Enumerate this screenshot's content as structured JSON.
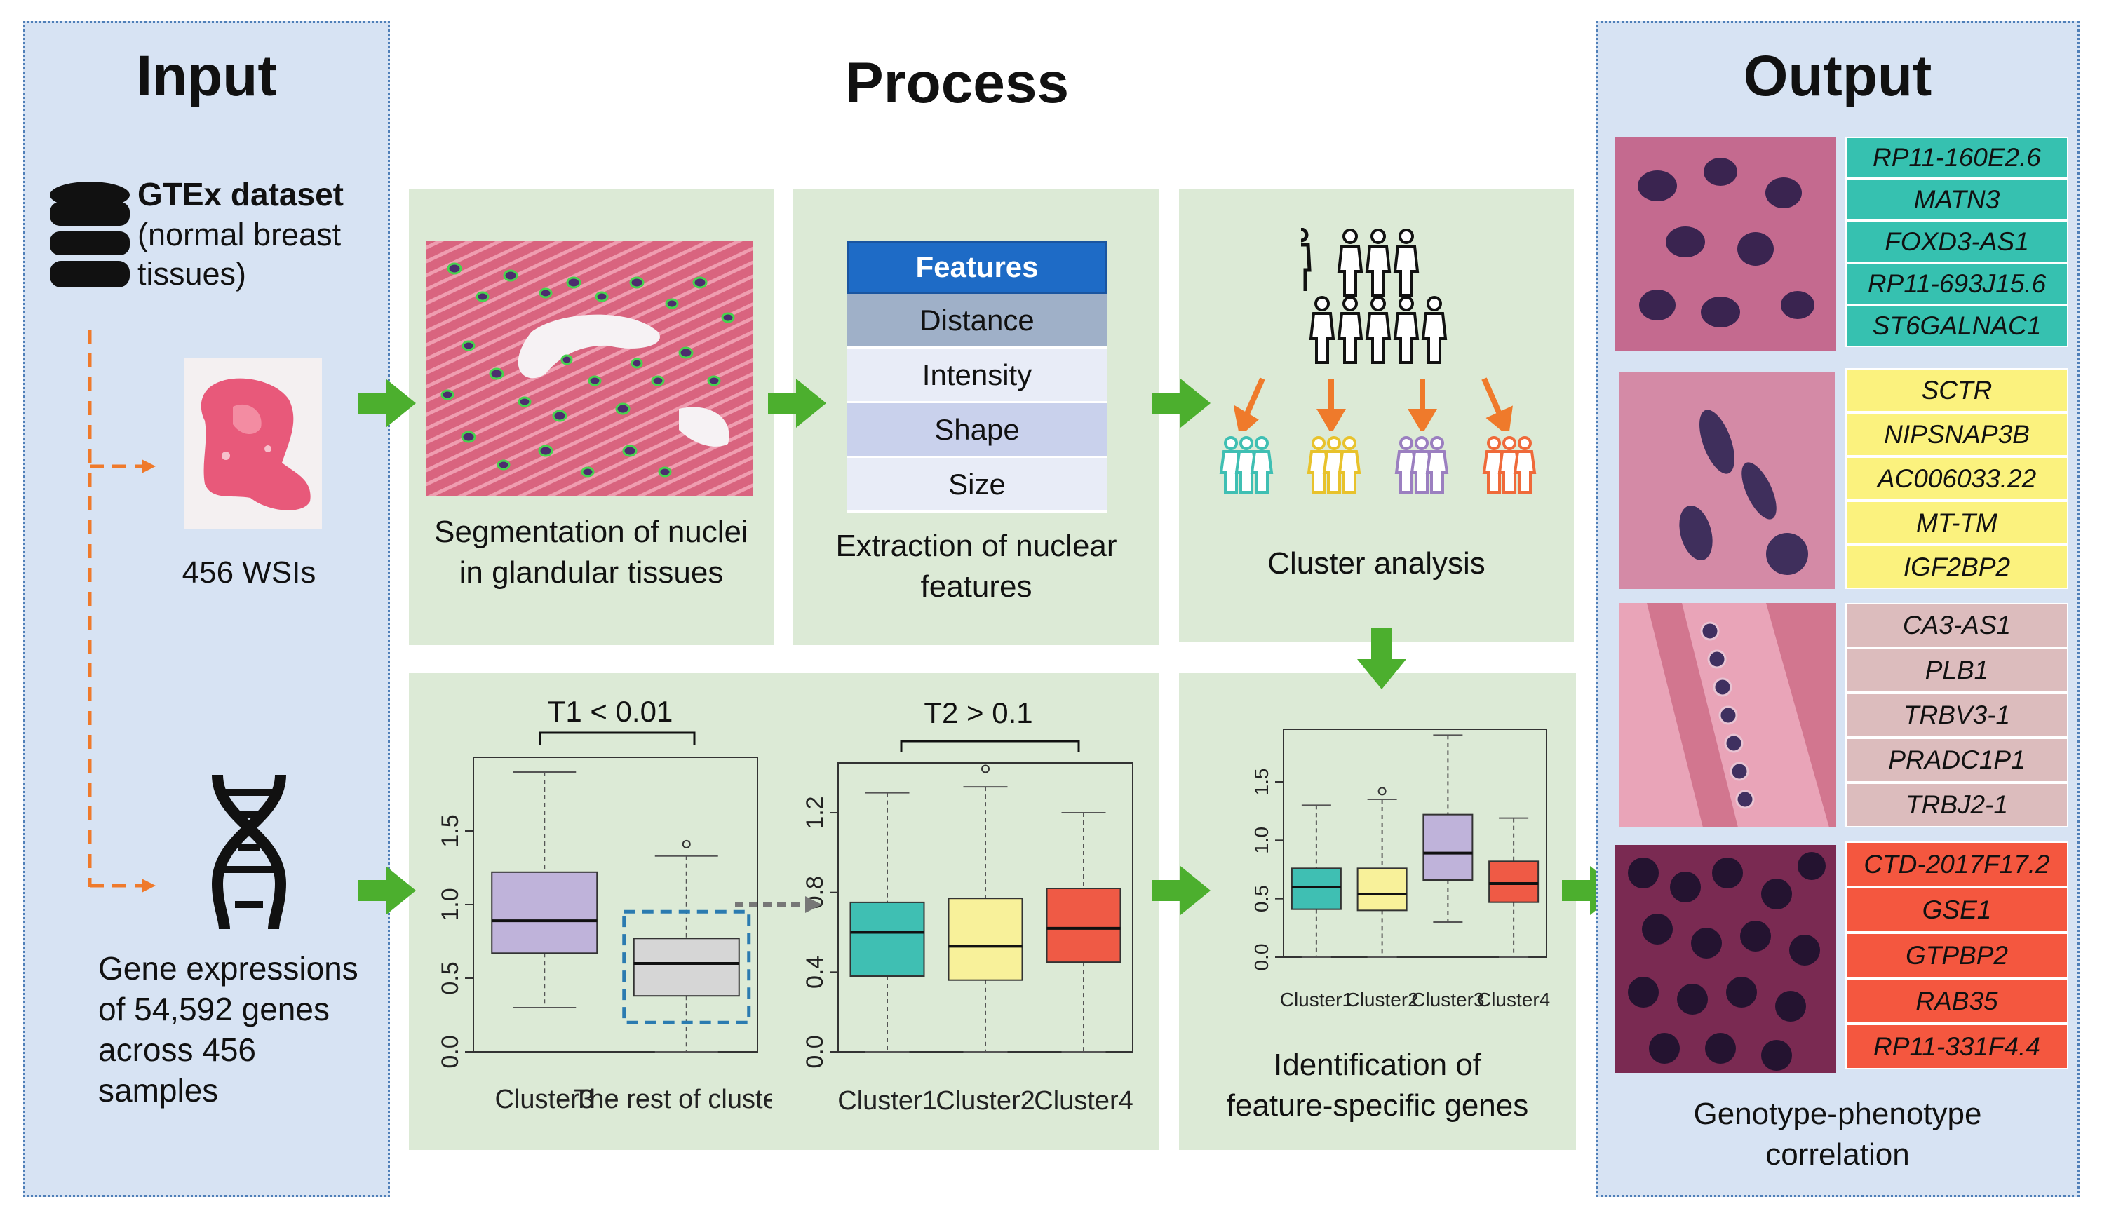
{
  "sections": {
    "input_title": "Input",
    "process_title": "Process",
    "output_title": "Output"
  },
  "input": {
    "dataset_name": "GTEx dataset",
    "dataset_desc_1": "(normal breast",
    "dataset_desc_2": "tissues)",
    "wsi_label": "456 WSIs",
    "gene_text_1": "Gene expressions",
    "gene_text_2": "of 54,592 genes",
    "gene_text_3": "across 456",
    "gene_text_4": "samples",
    "icons": [
      "database-icon",
      "dna-icon"
    ]
  },
  "process": {
    "segmentation_label_1": "Segmentation of nuclei",
    "segmentation_label_2": "in glandular tissues",
    "features_header": "Features",
    "features": [
      "Distance",
      "Intensity",
      "Shape",
      "Size"
    ],
    "extraction_label_1": "Extraction of nuclear",
    "extraction_label_2": "features",
    "cluster_label": "Cluster analysis",
    "identification_label_1": "Identification of",
    "identification_label_2": "feature-specific genes",
    "t1_label": "T1 < 0.01",
    "t2_label": "T2 > 0.1",
    "cluster_colors": [
      "#3fbfb3",
      "#e8c22c",
      "#9b7fc0",
      "#ef6a3a"
    ]
  },
  "chart_data": [
    {
      "type": "boxplot",
      "categories": [
        "Cluster3",
        "The rest of clusters"
      ],
      "yticks": [
        "0.0",
        "0.5",
        "1.0",
        "1.5"
      ],
      "ylim": [
        0.0,
        2.0
      ],
      "boxes": [
        {
          "name": "Cluster3",
          "min": 0.3,
          "q1": 0.67,
          "median": 0.89,
          "q3": 1.22,
          "max": 1.9,
          "color": "#bfb3da"
        },
        {
          "name": "The rest of clusters",
          "min": 0.0,
          "q1": 0.38,
          "median": 0.6,
          "q3": 0.77,
          "max": 1.33,
          "outliers": [
            1.41
          ],
          "color": "#d6d6d6"
        }
      ]
    },
    {
      "type": "boxplot",
      "categories": [
        "Cluster1",
        "Cluster2",
        "Cluster4"
      ],
      "yticks": [
        "0.0",
        "0.4",
        "0.8",
        "1.2"
      ],
      "ylim": [
        0.0,
        1.45
      ],
      "boxes": [
        {
          "name": "Cluster1",
          "min": 0.0,
          "q1": 0.38,
          "median": 0.6,
          "q3": 0.75,
          "max": 1.3,
          "color": "#3fbfb3"
        },
        {
          "name": "Cluster2",
          "min": 0.0,
          "q1": 0.36,
          "median": 0.53,
          "q3": 0.77,
          "max": 1.33,
          "outliers": [
            1.42
          ],
          "color": "#f8f19a"
        },
        {
          "name": "Cluster4",
          "min": 0.0,
          "q1": 0.45,
          "median": 0.62,
          "q3": 0.82,
          "max": 1.2,
          "color": "#ef5a45"
        }
      ]
    },
    {
      "type": "boxplot",
      "categories": [
        "Cluster1",
        "Cluster2",
        "Cluster3",
        "Cluster4"
      ],
      "yticks": [
        "0.0",
        "0.5",
        "1.0",
        "1.5"
      ],
      "ylim": [
        0.0,
        1.95
      ],
      "boxes": [
        {
          "name": "Cluster1",
          "min": 0.0,
          "q1": 0.41,
          "median": 0.6,
          "q3": 0.76,
          "max": 1.3,
          "color": "#3fbfb3"
        },
        {
          "name": "Cluster2",
          "min": 0.0,
          "q1": 0.4,
          "median": 0.54,
          "q3": 0.76,
          "max": 1.35,
          "outliers": [
            1.42
          ],
          "color": "#f8f19a"
        },
        {
          "name": "Cluster3",
          "min": 0.3,
          "q1": 0.66,
          "median": 0.89,
          "q3": 1.22,
          "max": 1.9,
          "color": "#bfb3da"
        },
        {
          "name": "Cluster4",
          "min": 0.0,
          "q1": 0.47,
          "median": 0.63,
          "q3": 0.82,
          "max": 1.19,
          "color": "#ef5a45"
        }
      ]
    }
  ],
  "output": {
    "correlation_label_1": "Genotype-phenotype",
    "correlation_label_2": "correlation",
    "gene_groups": [
      {
        "color": "#36c1b0",
        "genes": [
          "RP11-160E2.6",
          "MATN3",
          "FOXD3-AS1",
          "RP11-693J15.6",
          "ST6GALNAC1"
        ]
      },
      {
        "color": "#fbf27e",
        "genes": [
          "SCTR",
          "NIPSNAP3B",
          "AC006033.22",
          "MT-TM",
          "IGF2BP2"
        ]
      },
      {
        "color": "#dcbcbd",
        "genes": [
          "CA3-AS1",
          "PLB1",
          "TRBV3-1",
          "PRADC1P1",
          "TRBJ2-1"
        ]
      },
      {
        "color": "#f4573f",
        "genes": [
          "CTD-2017F17.2",
          "GSE1",
          "GTPBP2",
          "RAB35",
          "RP11-331F4.4"
        ]
      }
    ]
  }
}
